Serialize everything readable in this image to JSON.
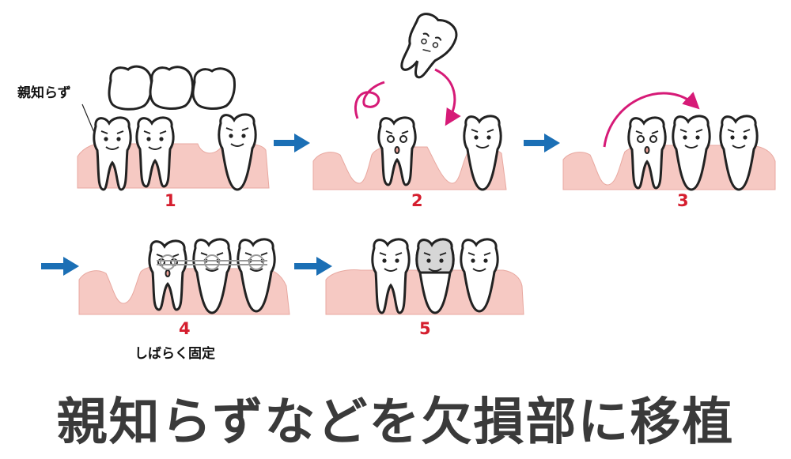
{
  "diagram": {
    "labels": {
      "wisdom_tooth": "親知らず",
      "temporary_fix": "しばらく固定"
    },
    "steps": [
      {
        "number": "1"
      },
      {
        "number": "2"
      },
      {
        "number": "3"
      },
      {
        "number": "4"
      },
      {
        "number": "5"
      }
    ],
    "colors": {
      "gum": "#f6c9c3",
      "flow_arrow": "#1b6fb5",
      "motion_arrow": "#d61a77",
      "step_number": "#d51e2e",
      "crown": "#d6d6d6",
      "outline": "#222222"
    }
  },
  "caption": "親知らずなどを欠損部に移植"
}
